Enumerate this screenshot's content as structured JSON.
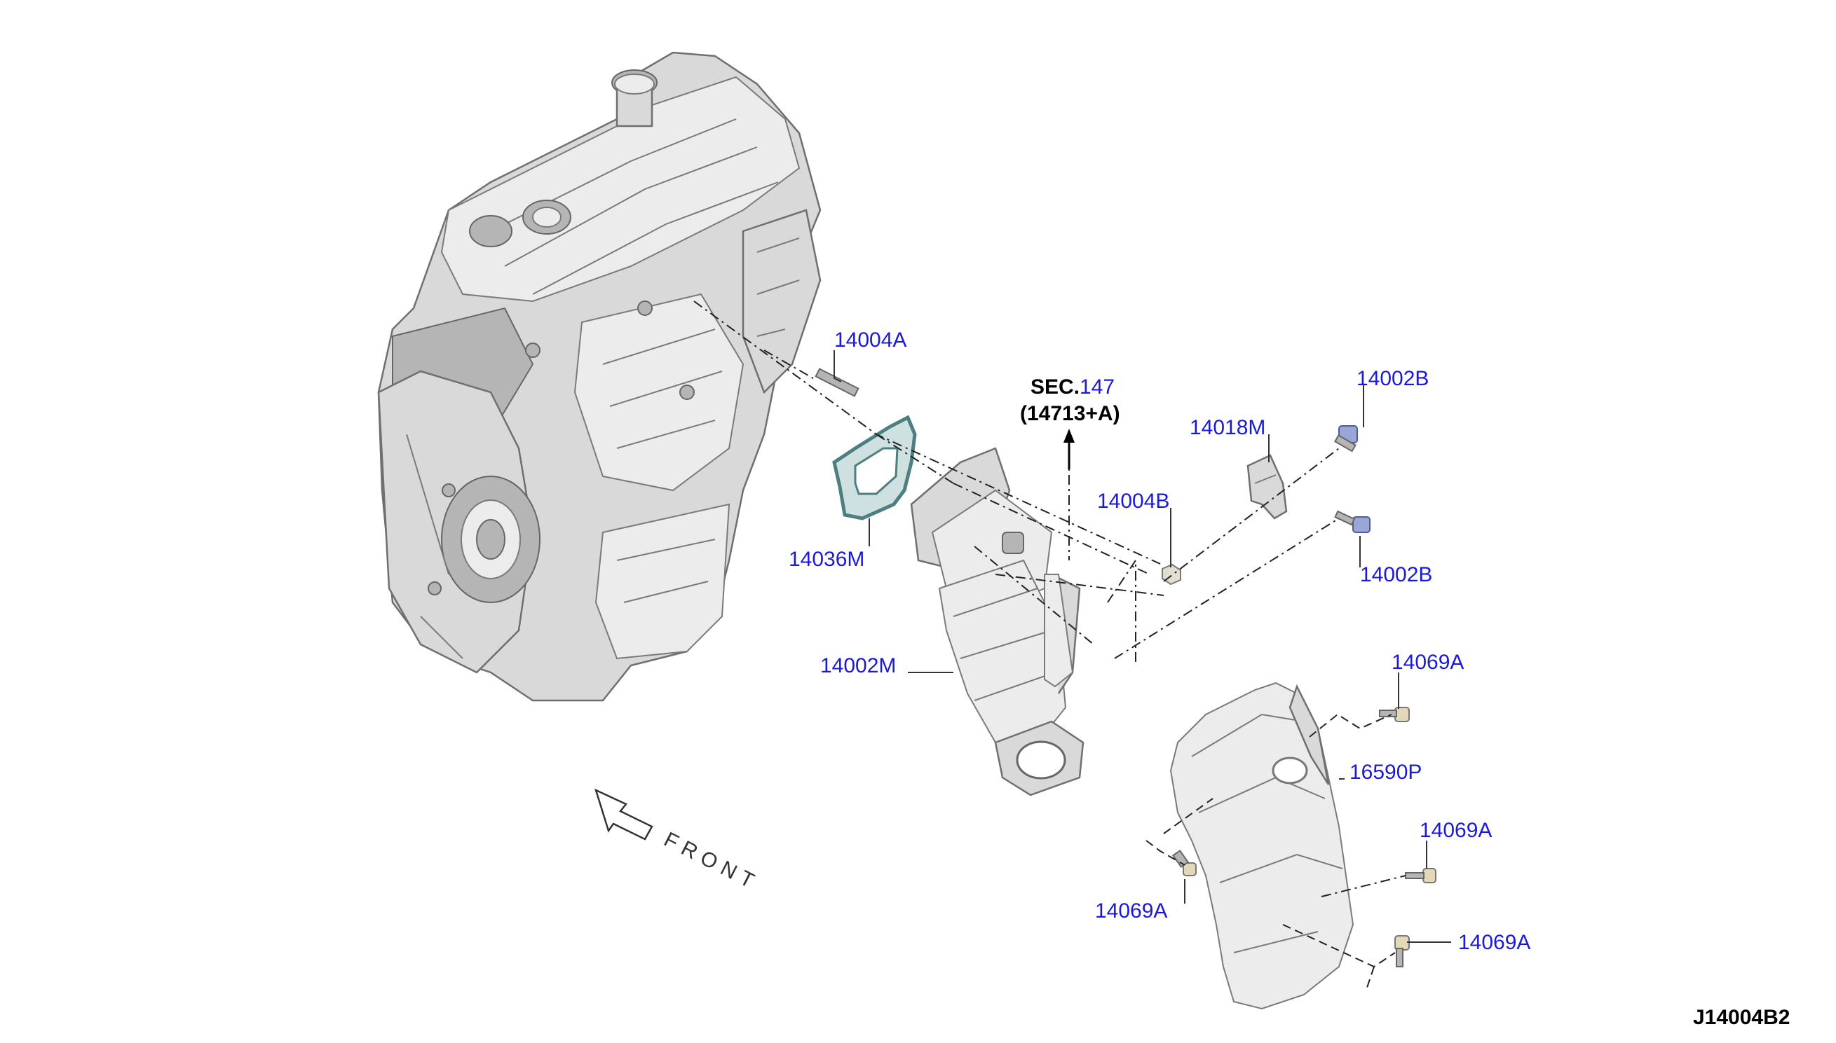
{
  "diagram": {
    "reference_code": "J14004B2",
    "front_label": "FRONT",
    "section_ref": {
      "prefix": "SEC.",
      "number": "147",
      "sub": "(14713+A)"
    },
    "parts": [
      {
        "id": "p14004A",
        "label": "14004A"
      },
      {
        "id": "p14036M",
        "label": "14036M"
      },
      {
        "id": "p14002M",
        "label": "14002M"
      },
      {
        "id": "p14018M",
        "label": "14018M"
      },
      {
        "id": "p14002B_top",
        "label": "14002B"
      },
      {
        "id": "p14002B_bottom",
        "label": "14002B"
      },
      {
        "id": "p14004B",
        "label": "14004B"
      },
      {
        "id": "p16590P",
        "label": "16590P"
      },
      {
        "id": "p14069A_1",
        "label": "14069A"
      },
      {
        "id": "p14069A_2",
        "label": "14069A"
      },
      {
        "id": "p14069A_3",
        "label": "14069A"
      },
      {
        "id": "p14069A_4",
        "label": "14069A"
      }
    ]
  }
}
